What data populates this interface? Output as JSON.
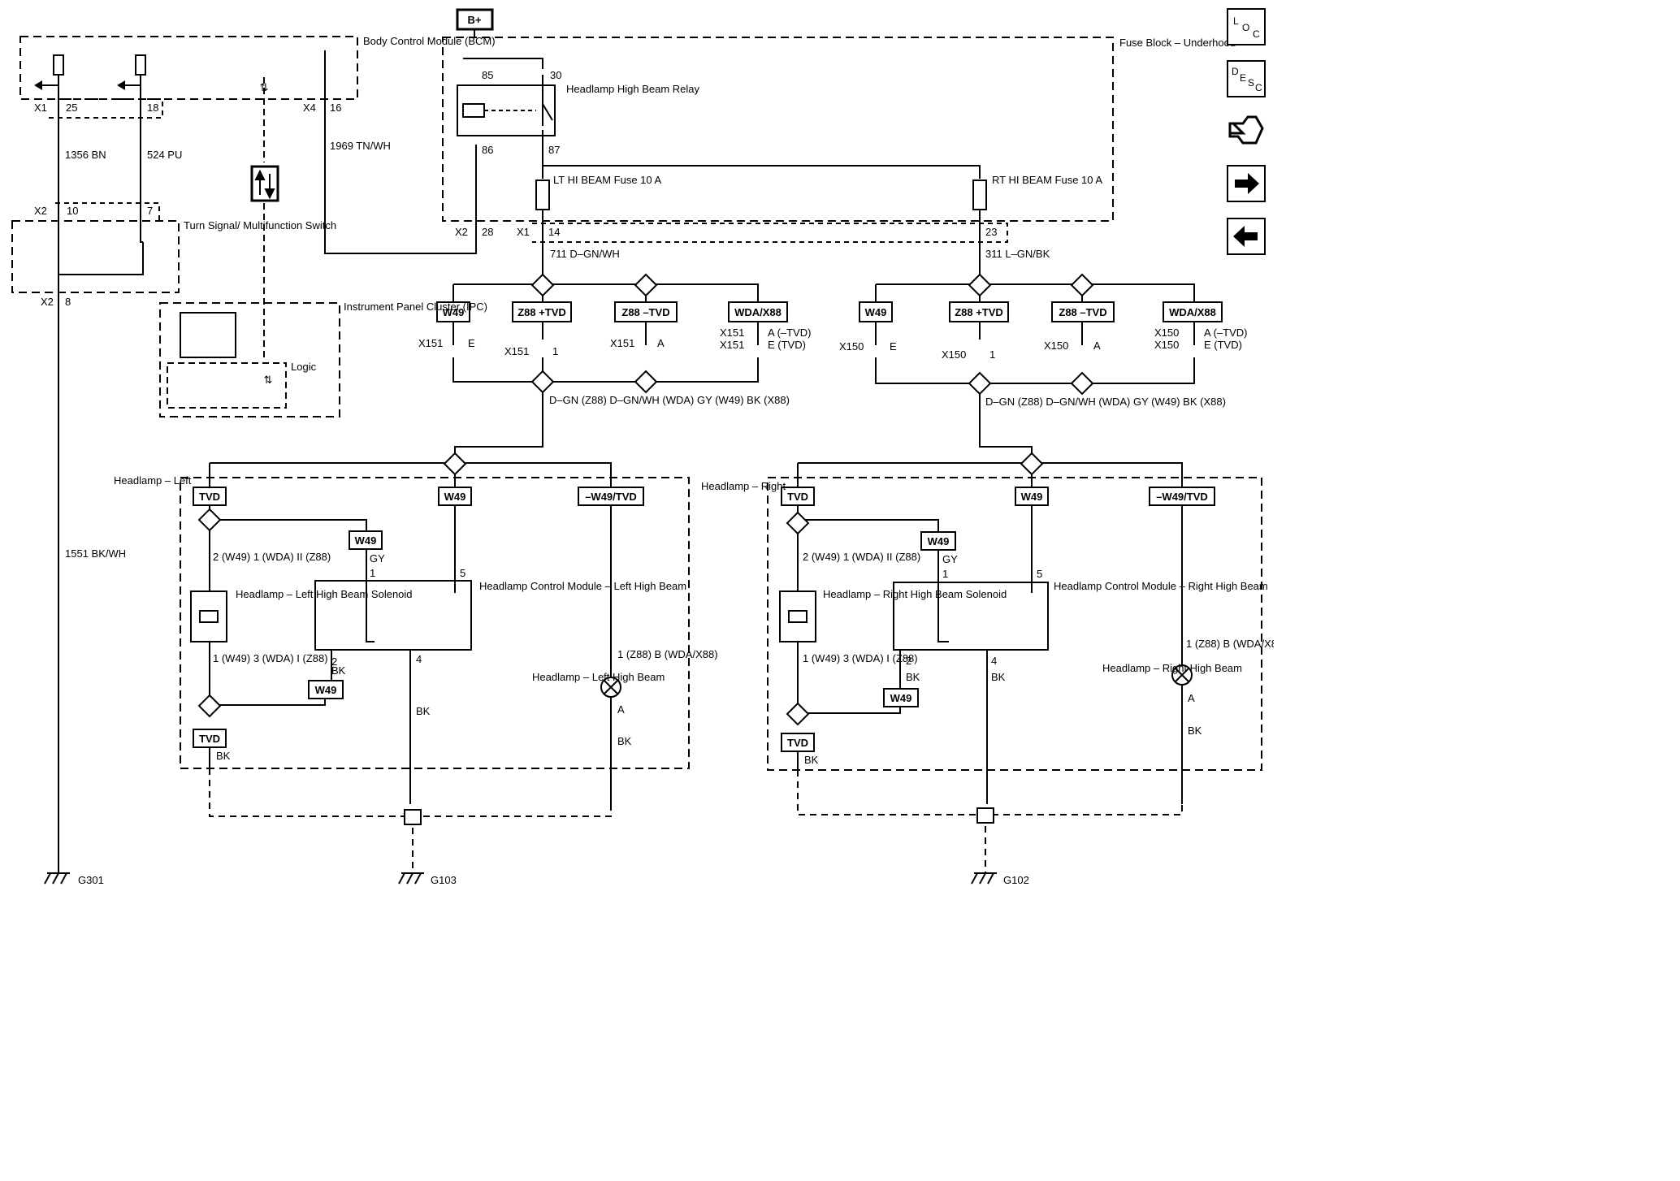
{
  "power": {
    "bplus": "B+"
  },
  "modules": {
    "bcm": "Body Control Module (BCM)",
    "fuse_block": "Fuse Block – Underhood",
    "turn_signal": "Turn Signal/ Multifunction Switch",
    "ipc": "Instrument Panel Cluster (IPC)",
    "ipc_logic": "Logic",
    "relay": "Headlamp High Beam Relay",
    "lt_fuse": "LT HI BEAM Fuse 10 A",
    "rt_fuse": "RT HI BEAM Fuse 10 A",
    "hl_left": "Headlamp – Left",
    "hl_right": "Headlamp – Right",
    "hcm_left": "Headlamp Control Module – Left High Beam",
    "hcm_right": "Headlamp Control Module – Right High Beam",
    "sol_left": "Headlamp – Left High Beam Solenoid",
    "sol_right": "Headlamp – Right High Beam Solenoid",
    "lamp_left": "Headlamp – Left High Beam",
    "lamp_right": "Headlamp – Right High Beam"
  },
  "connectors": {
    "x1": "X1",
    "x2": "X2",
    "x4": "X4",
    "x151": "X151",
    "x150": "X150"
  },
  "pins": {
    "p25": "25",
    "p18": "18",
    "p16": "16",
    "p10": "10",
    "p7": "7",
    "p8": "8",
    "p28": "28",
    "p14": "14",
    "p23": "23",
    "p85": "85",
    "p30": "30",
    "p86": "86",
    "p87": "87",
    "pE": "E",
    "p1": "1",
    "pA": "A",
    "p2": "2",
    "p4": "4",
    "p5": "5",
    "a_tvd": "A (–TVD)",
    "e_tvd": "E (TVD)"
  },
  "wires": {
    "w1356": "1356 BN",
    "w524": "524 PU",
    "w1969": "1969 TN/WH",
    "w1551": "1551 BK/WH",
    "w711": "711 D–GN/WH",
    "w311": "311 L–GN/BK",
    "mix": "D–GN (Z88) D–GN/WH (WDA) GY (W49) BK (X88)",
    "gy": "GY",
    "bk": "BK"
  },
  "sol_pins_top": "2 (W49) 1 (WDA) II (Z88)",
  "sol_pins_bot": "1 (W49) 3 (WDA) I (Z88)",
  "lamp_pin_top": "1 (Z88) B (WDA/X88)",
  "options": {
    "w49": "W49",
    "z88p": "Z88 +TVD",
    "z88m": "Z88 –TVD",
    "wda": "WDA/X88",
    "tvd": "TVD",
    "mw49tvd": "–W49/TVD"
  },
  "grounds": {
    "g301": "G301",
    "g103": "G103",
    "g102": "G102"
  },
  "nav": {
    "loc": "LOC",
    "desc": "DESC",
    "connector_icon": "connector-icon",
    "next": "next-arrow-icon",
    "prev": "prev-arrow-icon"
  }
}
